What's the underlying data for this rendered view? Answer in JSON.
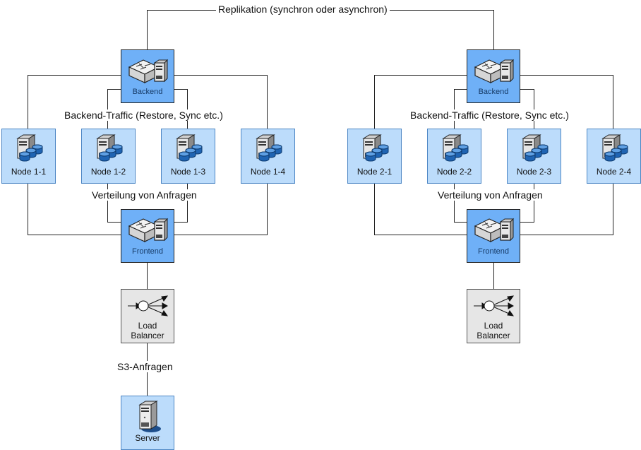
{
  "diagram": {
    "replication_label": "Replikation (synchron oder asynchron)",
    "clusters": [
      {
        "id": "cluster-1",
        "backend": {
          "label": "Backend",
          "icon": "switch-server-icon"
        },
        "backend_traffic_label": "Backend-Traffic (Restore, Sync etc.)",
        "nodes": [
          {
            "label": "Node 1-1",
            "icon": "server-storage-icon"
          },
          {
            "label": "Node 1-2",
            "icon": "server-storage-icon"
          },
          {
            "label": "Node 1-3",
            "icon": "server-storage-icon"
          },
          {
            "label": "Node 1-4",
            "icon": "server-storage-icon"
          }
        ],
        "distribution_label": "Verteilung von Anfragen",
        "frontend": {
          "label": "Frontend",
          "icon": "switch-server-icon"
        },
        "load_balancer": {
          "label_line1": "Load",
          "label_line2": "Balancer",
          "icon": "load-balancer-icon"
        },
        "s3_label": "S3-Anfragen",
        "server": {
          "label": "Server",
          "icon": "server-icon"
        }
      },
      {
        "id": "cluster-2",
        "backend": {
          "label": "Backend",
          "icon": "switch-server-icon"
        },
        "backend_traffic_label": "Backend-Traffic (Restore, Sync etc.)",
        "nodes": [
          {
            "label": "Node 2-1",
            "icon": "server-storage-icon"
          },
          {
            "label": "Node 2-2",
            "icon": "server-storage-icon"
          },
          {
            "label": "Node 2-3",
            "icon": "server-storage-icon"
          },
          {
            "label": "Node 2-4",
            "icon": "server-storage-icon"
          }
        ],
        "distribution_label": "Verteilung von Anfragen",
        "frontend": {
          "label": "Frontend",
          "icon": "switch-server-icon"
        },
        "load_balancer": {
          "label_line1": "Load",
          "label_line2": "Balancer",
          "icon": "load-balancer-icon"
        }
      }
    ]
  }
}
